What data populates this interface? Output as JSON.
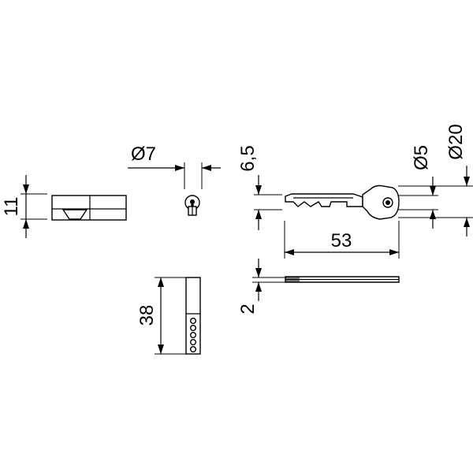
{
  "dimensions": {
    "height_11": "11",
    "diameter_7": "Ø7",
    "thickness_6_5": "6,5",
    "key_length_53": "53",
    "diameter_5": "Ø5",
    "diameter_20": "Ø20",
    "length_38": "38",
    "thickness_2": "2"
  },
  "colors": {
    "line": "#000000",
    "background": "#ffffff"
  }
}
